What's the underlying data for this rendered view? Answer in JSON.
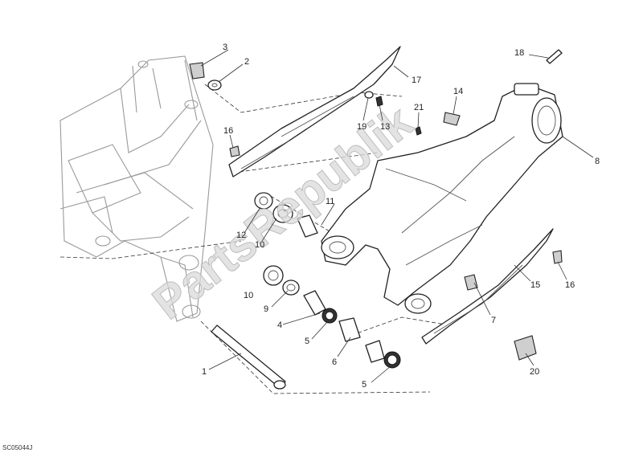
{
  "diagram": {
    "drawing_code": "SC05044J",
    "watermark": "PartsRepublik",
    "callouts": [
      "1",
      "2",
      "3",
      "4",
      "5",
      "5",
      "6",
      "7",
      "8",
      "9",
      "10",
      "10",
      "11",
      "12",
      "13",
      "14",
      "15",
      "16",
      "16",
      "17",
      "18",
      "19",
      "20",
      "21"
    ]
  }
}
